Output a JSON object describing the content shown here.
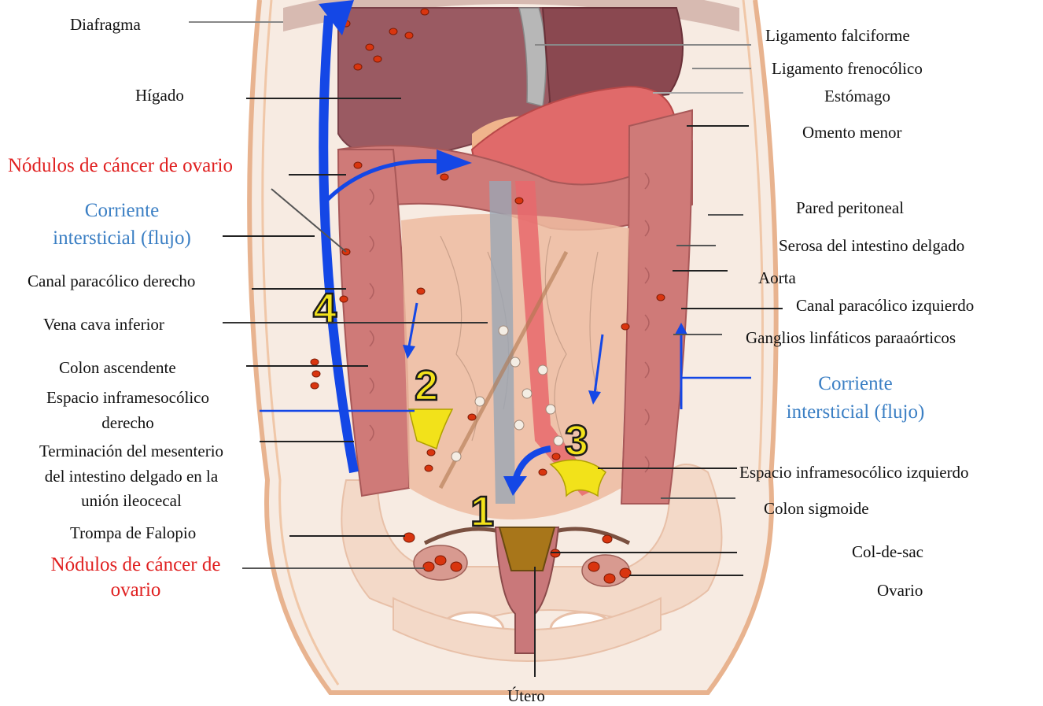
{
  "labels": {
    "diafragma": "Diafragma",
    "higado": "Hígado",
    "nodulos_top": "Nódulos de cáncer de ovario",
    "corriente_left_1": "Corriente",
    "corriente_left_2": "intersticial (flujo)",
    "canal_derecho": "Canal paracólico derecho",
    "vena_cava": "Vena cava inferior",
    "colon_ascendente": "Colon ascendente",
    "espacio_derecho_1": "Espacio inframesocólico",
    "espacio_derecho_2": "derecho",
    "terminacion_1": "Terminación del mesenterio",
    "terminacion_2": "del intestino delgado en la",
    "terminacion_3": "unión ileocecal",
    "trompa": "Trompa de Falopio",
    "nodulos_bottom_1": "Nódulos de cáncer de",
    "nodulos_bottom_2": "ovario",
    "ligamento_falciforme": "Ligamento falciforme",
    "ligamento_frenocolico": "Ligamento frenocólico",
    "estomago": "Estómago",
    "omento_menor": "Omento menor",
    "pared_peritoneal": "Pared peritoneal",
    "serosa": "Serosa del intestino delgado",
    "aorta": "Aorta",
    "canal_izquierdo": "Canal paracólico izquierdo",
    "ganglios": "Ganglios linfáticos paraaórticos",
    "corriente_right_1": "Corriente",
    "corriente_right_2": "intersticial (flujo)",
    "espacio_izquierdo": "Espacio inframesocólico izquierdo",
    "colon_sigmoide": "Colon sigmoide",
    "col_de_sac": "Col-de-sac",
    "ovario": "Ovario",
    "utero": "Útero"
  },
  "markers": [
    "1",
    "2",
    "3",
    "4"
  ],
  "colors": {
    "text": "#111111",
    "red_text": "#e02020",
    "blue_text": "#3b7fc4",
    "flow_arrow": "#1447e6",
    "marker_fill": "#f2e21a",
    "nodule": "#d9350f",
    "liver": "#9a5a62",
    "colon": "#cf7a78",
    "stomach": "#e06a6a",
    "pelvis": "#f3d9c8"
  },
  "icons": [
    "flow-arrow-icon",
    "nodule-icon",
    "region-number-marker"
  ]
}
